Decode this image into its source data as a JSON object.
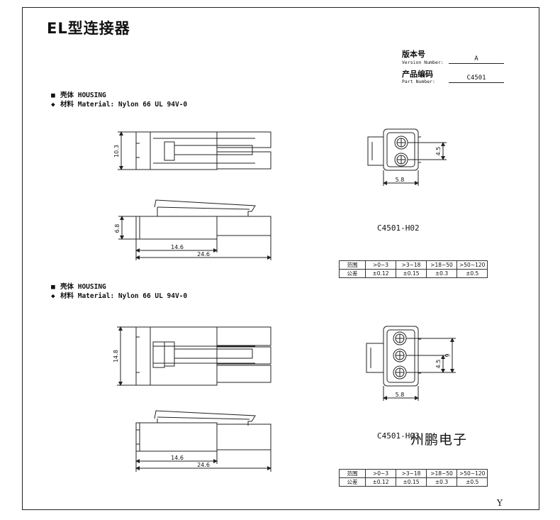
{
  "title": "EL型连接器",
  "version": {
    "label": "版本号",
    "sub": "Version Number:",
    "value": "A"
  },
  "part": {
    "label": "产品编码",
    "sub": "Part Number:",
    "value": "C4501"
  },
  "spec_housing": "壳体 HOUSING",
  "spec_material": "材料 Material: Nylon 66 UL 94V-0",
  "part_names": {
    "top": "C4501-H02",
    "bottom": "C4501-H03"
  },
  "dims": {
    "height_2p": "10.3",
    "height_side": "6.8",
    "height_3p": "14.8",
    "len_short": "14.6",
    "len_long": "24.6",
    "pitch": "4.5",
    "width": "5.8",
    "span_3p": "9"
  },
  "tolerance": {
    "header": [
      "范围",
      ">0~3",
      ">3~18",
      ">18~50",
      ">50~120"
    ],
    "values": [
      "公差",
      "±0.12",
      "±0.15",
      "±0.3",
      "±0.5"
    ]
  },
  "watermark": "州鹏电子",
  "corner_mark": "Y"
}
